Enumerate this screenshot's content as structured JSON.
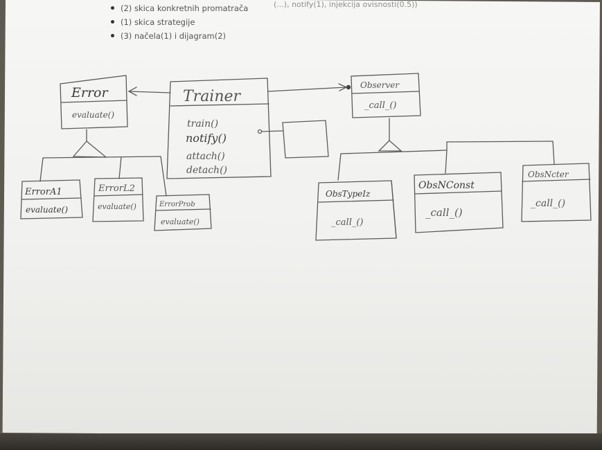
{
  "header": {
    "partial_line": "(...), notify(1), injekcija ovisnosti(0.5))",
    "bullets": [
      "(2) skica konkretnih promatrača",
      "(1) skica strategije",
      "(3) načela(1) i dijagram(2)"
    ]
  },
  "diagram": {
    "error_class": {
      "name": "Error",
      "method": "evaluate()"
    },
    "error_subclasses": [
      {
        "name": "ErrorA1",
        "method": "evaluate()"
      },
      {
        "name": "ErrorL2",
        "method": "evaluate()"
      },
      {
        "name": "ErrorProb",
        "method": "evaluate()"
      }
    ],
    "trainer_class": {
      "name": "Trainer",
      "methods": [
        "train()",
        "notify()",
        "attach()",
        "detach()"
      ]
    },
    "observer_class": {
      "name": "Observer",
      "method": "_call_()"
    },
    "observer_subclasses": [
      {
        "name": "ObsTypeIz",
        "method": "_call_()"
      },
      {
        "name": "ObsNConst",
        "method": "_call_()"
      },
      {
        "name": "ObsNcter",
        "method": "_call_()"
      }
    ]
  },
  "colors": {
    "paper": "#f3f3f1",
    "pencil": "#555555",
    "pencil_dark": "#3a3a3a",
    "background": "#5e5a52"
  }
}
